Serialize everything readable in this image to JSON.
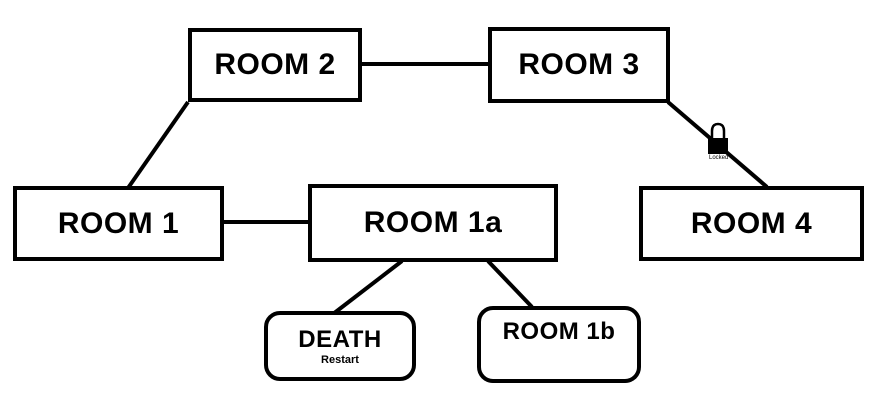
{
  "diagram": {
    "nodes": [
      {
        "id": "room2",
        "label": "ROOM 2"
      },
      {
        "id": "room3",
        "label": "ROOM 3"
      },
      {
        "id": "room1",
        "label": "ROOM 1"
      },
      {
        "id": "room1a",
        "label": "ROOM 1a"
      },
      {
        "id": "room4",
        "label": "ROOM 4"
      },
      {
        "id": "death",
        "label": "DEATH",
        "sublabel": "Restart"
      },
      {
        "id": "room1b",
        "label": "ROOM 1b",
        "icon": "key-icon"
      }
    ],
    "edges": [
      {
        "from": "room2",
        "to": "room3"
      },
      {
        "from": "room2",
        "to": "room1"
      },
      {
        "from": "room1",
        "to": "room1a"
      },
      {
        "from": "room1a",
        "to": "death"
      },
      {
        "from": "room1a",
        "to": "room1b"
      },
      {
        "from": "room3",
        "to": "room4",
        "locked": true,
        "icon": "padlock-icon",
        "label": "Locked"
      }
    ]
  }
}
